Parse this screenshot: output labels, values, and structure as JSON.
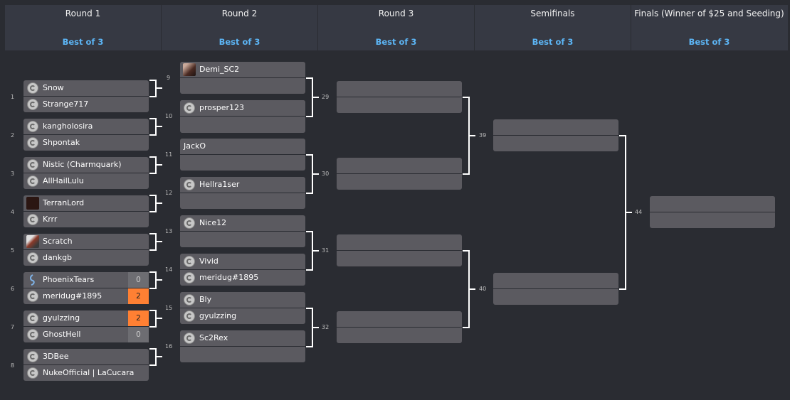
{
  "rounds": [
    {
      "title": "Round 1",
      "format": "Best of 3"
    },
    {
      "title": "Round 2",
      "format": "Best of 3"
    },
    {
      "title": "Round 3",
      "format": "Best of 3"
    },
    {
      "title": "Semifinals",
      "format": "Best of 3"
    },
    {
      "title": "Finals (Winner of $25 and Seeding)",
      "format": "Best of 3"
    }
  ],
  "round1": [
    {
      "seed": "1",
      "p1": "Snow",
      "p2": "Strange717"
    },
    {
      "seed": "2",
      "p1": "kangholosira",
      "p2": "Shpontak"
    },
    {
      "seed": "3",
      "p1": "Nistic (Charmquark)",
      "p2": "AllHailLulu"
    },
    {
      "seed": "4",
      "p1": "TerranLord",
      "p2": "Krrr"
    },
    {
      "seed": "5",
      "p1": "Scratch",
      "p2": "dankgb"
    },
    {
      "seed": "6",
      "p1": "PhoenixTears",
      "p2": "meridug#1895",
      "s1": "0",
      "s2": "2"
    },
    {
      "seed": "7",
      "p1": "gyulzzing",
      "p2": "GhostHell",
      "s1": "2",
      "s2": "0"
    },
    {
      "seed": "8",
      "p1": "3DBee",
      "p2": "NukeOfficial | LaCucara"
    }
  ],
  "round2": [
    {
      "num": "9",
      "p1": "Demi_SC2",
      "p2": ""
    },
    {
      "num": "10",
      "p1": "prosper123",
      "p2": ""
    },
    {
      "num": "11",
      "p1": "JackO",
      "p2": ""
    },
    {
      "num": "12",
      "p1": "Hellra1ser",
      "p2": ""
    },
    {
      "num": "13",
      "p1": "Nice12",
      "p2": ""
    },
    {
      "num": "14",
      "p1": "Vivid",
      "p2": "meridug#1895"
    },
    {
      "num": "15",
      "p1": "Bly",
      "p2": "gyulzzing"
    },
    {
      "num": "16",
      "p1": "Sc2Rex",
      "p2": ""
    }
  ],
  "round3_nums": [
    "29",
    "30",
    "31",
    "32"
  ],
  "semi_nums": [
    "39",
    "40"
  ],
  "final_num": "44",
  "colors": {
    "background": "#2a2c32",
    "header": "#363943",
    "slot": "#5b5a60",
    "format": "#5cb5f5",
    "win": "#ff8033"
  }
}
